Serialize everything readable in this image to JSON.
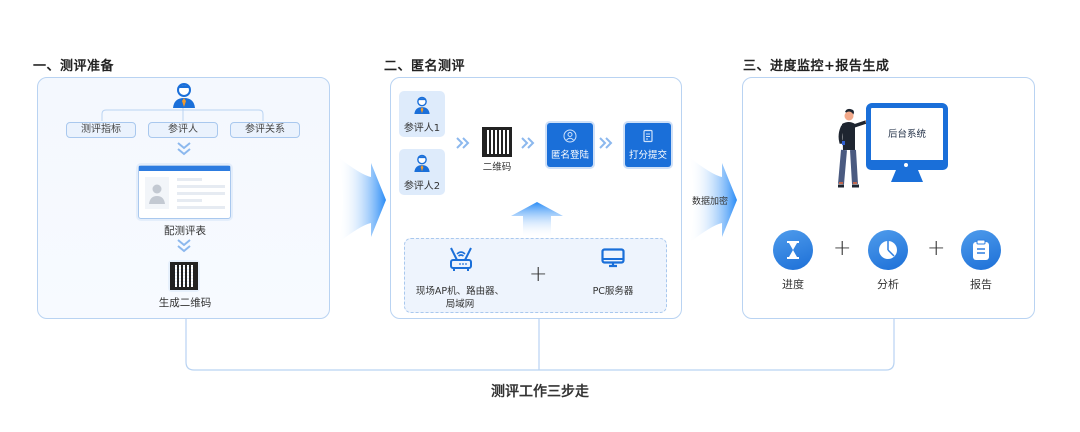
{
  "steps": [
    {
      "title": "一、测评准备",
      "top_icon": "user-avatar-icon",
      "tags": [
        "测评指标",
        "参评人",
        "参评关系"
      ],
      "form_label": "配测评表",
      "qr_label": "生成二维码"
    },
    {
      "title": "二、匿名测评",
      "participants": [
        "参评人1",
        "参评人2"
      ],
      "qr_label": "二维码",
      "actions": [
        {
          "label": "匿名登陆",
          "icon": "user-circle-icon"
        },
        {
          "label": "打分提交",
          "icon": "document-icon"
        }
      ],
      "infra": {
        "left_label_line1": "现场AP机、路由器、",
        "left_label_line2": "局域网",
        "right_label": "PC服务器",
        "plus": "+"
      }
    },
    {
      "title": "三、进度监控+报告生成",
      "monitor_label": "后台系统",
      "features": [
        {
          "label": "进度",
          "icon": "hourglass-icon"
        },
        {
          "label": "分析",
          "icon": "pie-chart-icon"
        },
        {
          "label": "报告",
          "icon": "clipboard-icon"
        }
      ],
      "plus": "+"
    }
  ],
  "arrow_labels": {
    "encrypt": "数据加密"
  },
  "footer": {
    "caption": "测评工作三步走"
  },
  "colors": {
    "primary": "#1a6fd9",
    "panel_border": "#b9d3f2",
    "light_fill": "#deebfb"
  }
}
